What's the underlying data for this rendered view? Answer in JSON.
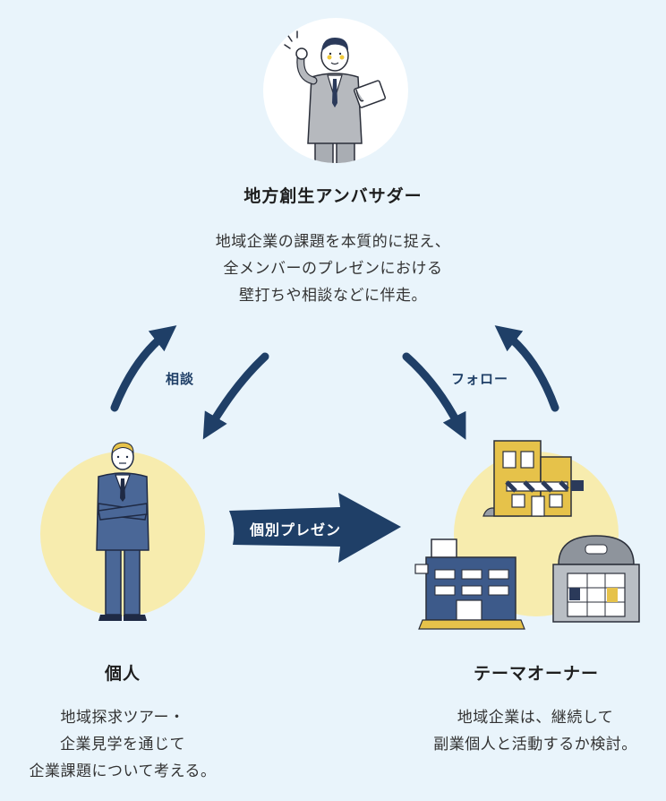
{
  "ambassador": {
    "title": "地方創生アンバサダー",
    "desc": [
      "地域企業の課題を本質的に捉え、",
      "全メンバーのプレゼンにおける",
      "壁打ちや相談などに伴走。"
    ]
  },
  "individual": {
    "title": "個人",
    "desc": [
      "地域探求ツアー・",
      "企業見学を通じて",
      "企業課題について考える。"
    ]
  },
  "theme_owner": {
    "title": "テーマオーナー",
    "desc": [
      "地域企業は、継続して",
      "副業個人と活動するか検討。"
    ]
  },
  "arrows": {
    "consult": "相談",
    "follow": "フォロー",
    "pitch": "個別プレゼン"
  },
  "colors": {
    "background": "#e9f4fb",
    "navy": "#1f3f67",
    "yellow": "#f7ecae",
    "white_circle": "#ffffff"
  }
}
